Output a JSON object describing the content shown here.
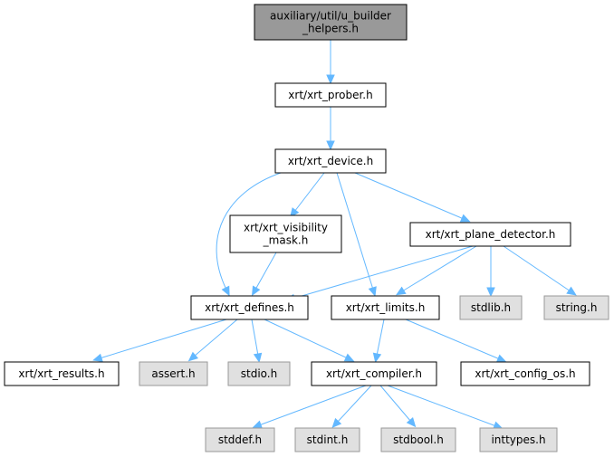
{
  "colors": {
    "edge": "#63b8ff",
    "root_fill": "#999999",
    "local_fill": "#ffffff",
    "system_fill": "#e0e0e0",
    "local_border": "#000000",
    "system_border": "#999999"
  },
  "nodes": [
    {
      "id": "root",
      "lines": [
        "auxiliary/util/u_builder",
        "_helpers.h"
      ],
      "kind": "root"
    },
    {
      "id": "prober",
      "lines": [
        "xrt/xrt_prober.h"
      ],
      "kind": "local"
    },
    {
      "id": "device",
      "lines": [
        "xrt/xrt_device.h"
      ],
      "kind": "local"
    },
    {
      "id": "visibility",
      "lines": [
        "xrt/xrt_visibility",
        "_mask.h"
      ],
      "kind": "local"
    },
    {
      "id": "plane",
      "lines": [
        "xrt/xrt_plane_detector.h"
      ],
      "kind": "local"
    },
    {
      "id": "defines",
      "lines": [
        "xrt/xrt_defines.h"
      ],
      "kind": "local"
    },
    {
      "id": "limits",
      "lines": [
        "xrt/xrt_limits.h"
      ],
      "kind": "local"
    },
    {
      "id": "stdlib",
      "lines": [
        "stdlib.h"
      ],
      "kind": "system"
    },
    {
      "id": "string",
      "lines": [
        "string.h"
      ],
      "kind": "system"
    },
    {
      "id": "results",
      "lines": [
        "xrt/xrt_results.h"
      ],
      "kind": "local"
    },
    {
      "id": "assert",
      "lines": [
        "assert.h"
      ],
      "kind": "system"
    },
    {
      "id": "stdio",
      "lines": [
        "stdio.h"
      ],
      "kind": "system"
    },
    {
      "id": "compiler",
      "lines": [
        "xrt/xrt_compiler.h"
      ],
      "kind": "local"
    },
    {
      "id": "configos",
      "lines": [
        "xrt/xrt_config_os.h"
      ],
      "kind": "local"
    },
    {
      "id": "stddef",
      "lines": [
        "stddef.h"
      ],
      "kind": "system"
    },
    {
      "id": "stdint",
      "lines": [
        "stdint.h"
      ],
      "kind": "system"
    },
    {
      "id": "stdbool",
      "lines": [
        "stdbool.h"
      ],
      "kind": "system"
    },
    {
      "id": "inttypes",
      "lines": [
        "inttypes.h"
      ],
      "kind": "system"
    }
  ],
  "edges": [
    {
      "from": "root",
      "to": "prober"
    },
    {
      "from": "prober",
      "to": "device"
    },
    {
      "from": "device",
      "to": "defines"
    },
    {
      "from": "device",
      "to": "visibility"
    },
    {
      "from": "device",
      "to": "plane"
    },
    {
      "from": "device",
      "to": "limits"
    },
    {
      "from": "visibility",
      "to": "defines"
    },
    {
      "from": "plane",
      "to": "defines"
    },
    {
      "from": "plane",
      "to": "limits"
    },
    {
      "from": "plane",
      "to": "stdlib"
    },
    {
      "from": "plane",
      "to": "string"
    },
    {
      "from": "defines",
      "to": "results"
    },
    {
      "from": "defines",
      "to": "assert"
    },
    {
      "from": "defines",
      "to": "stdio"
    },
    {
      "from": "defines",
      "to": "compiler"
    },
    {
      "from": "limits",
      "to": "compiler"
    },
    {
      "from": "limits",
      "to": "configos"
    },
    {
      "from": "compiler",
      "to": "stddef"
    },
    {
      "from": "compiler",
      "to": "stdint"
    },
    {
      "from": "compiler",
      "to": "stdbool"
    },
    {
      "from": "compiler",
      "to": "inttypes"
    }
  ]
}
